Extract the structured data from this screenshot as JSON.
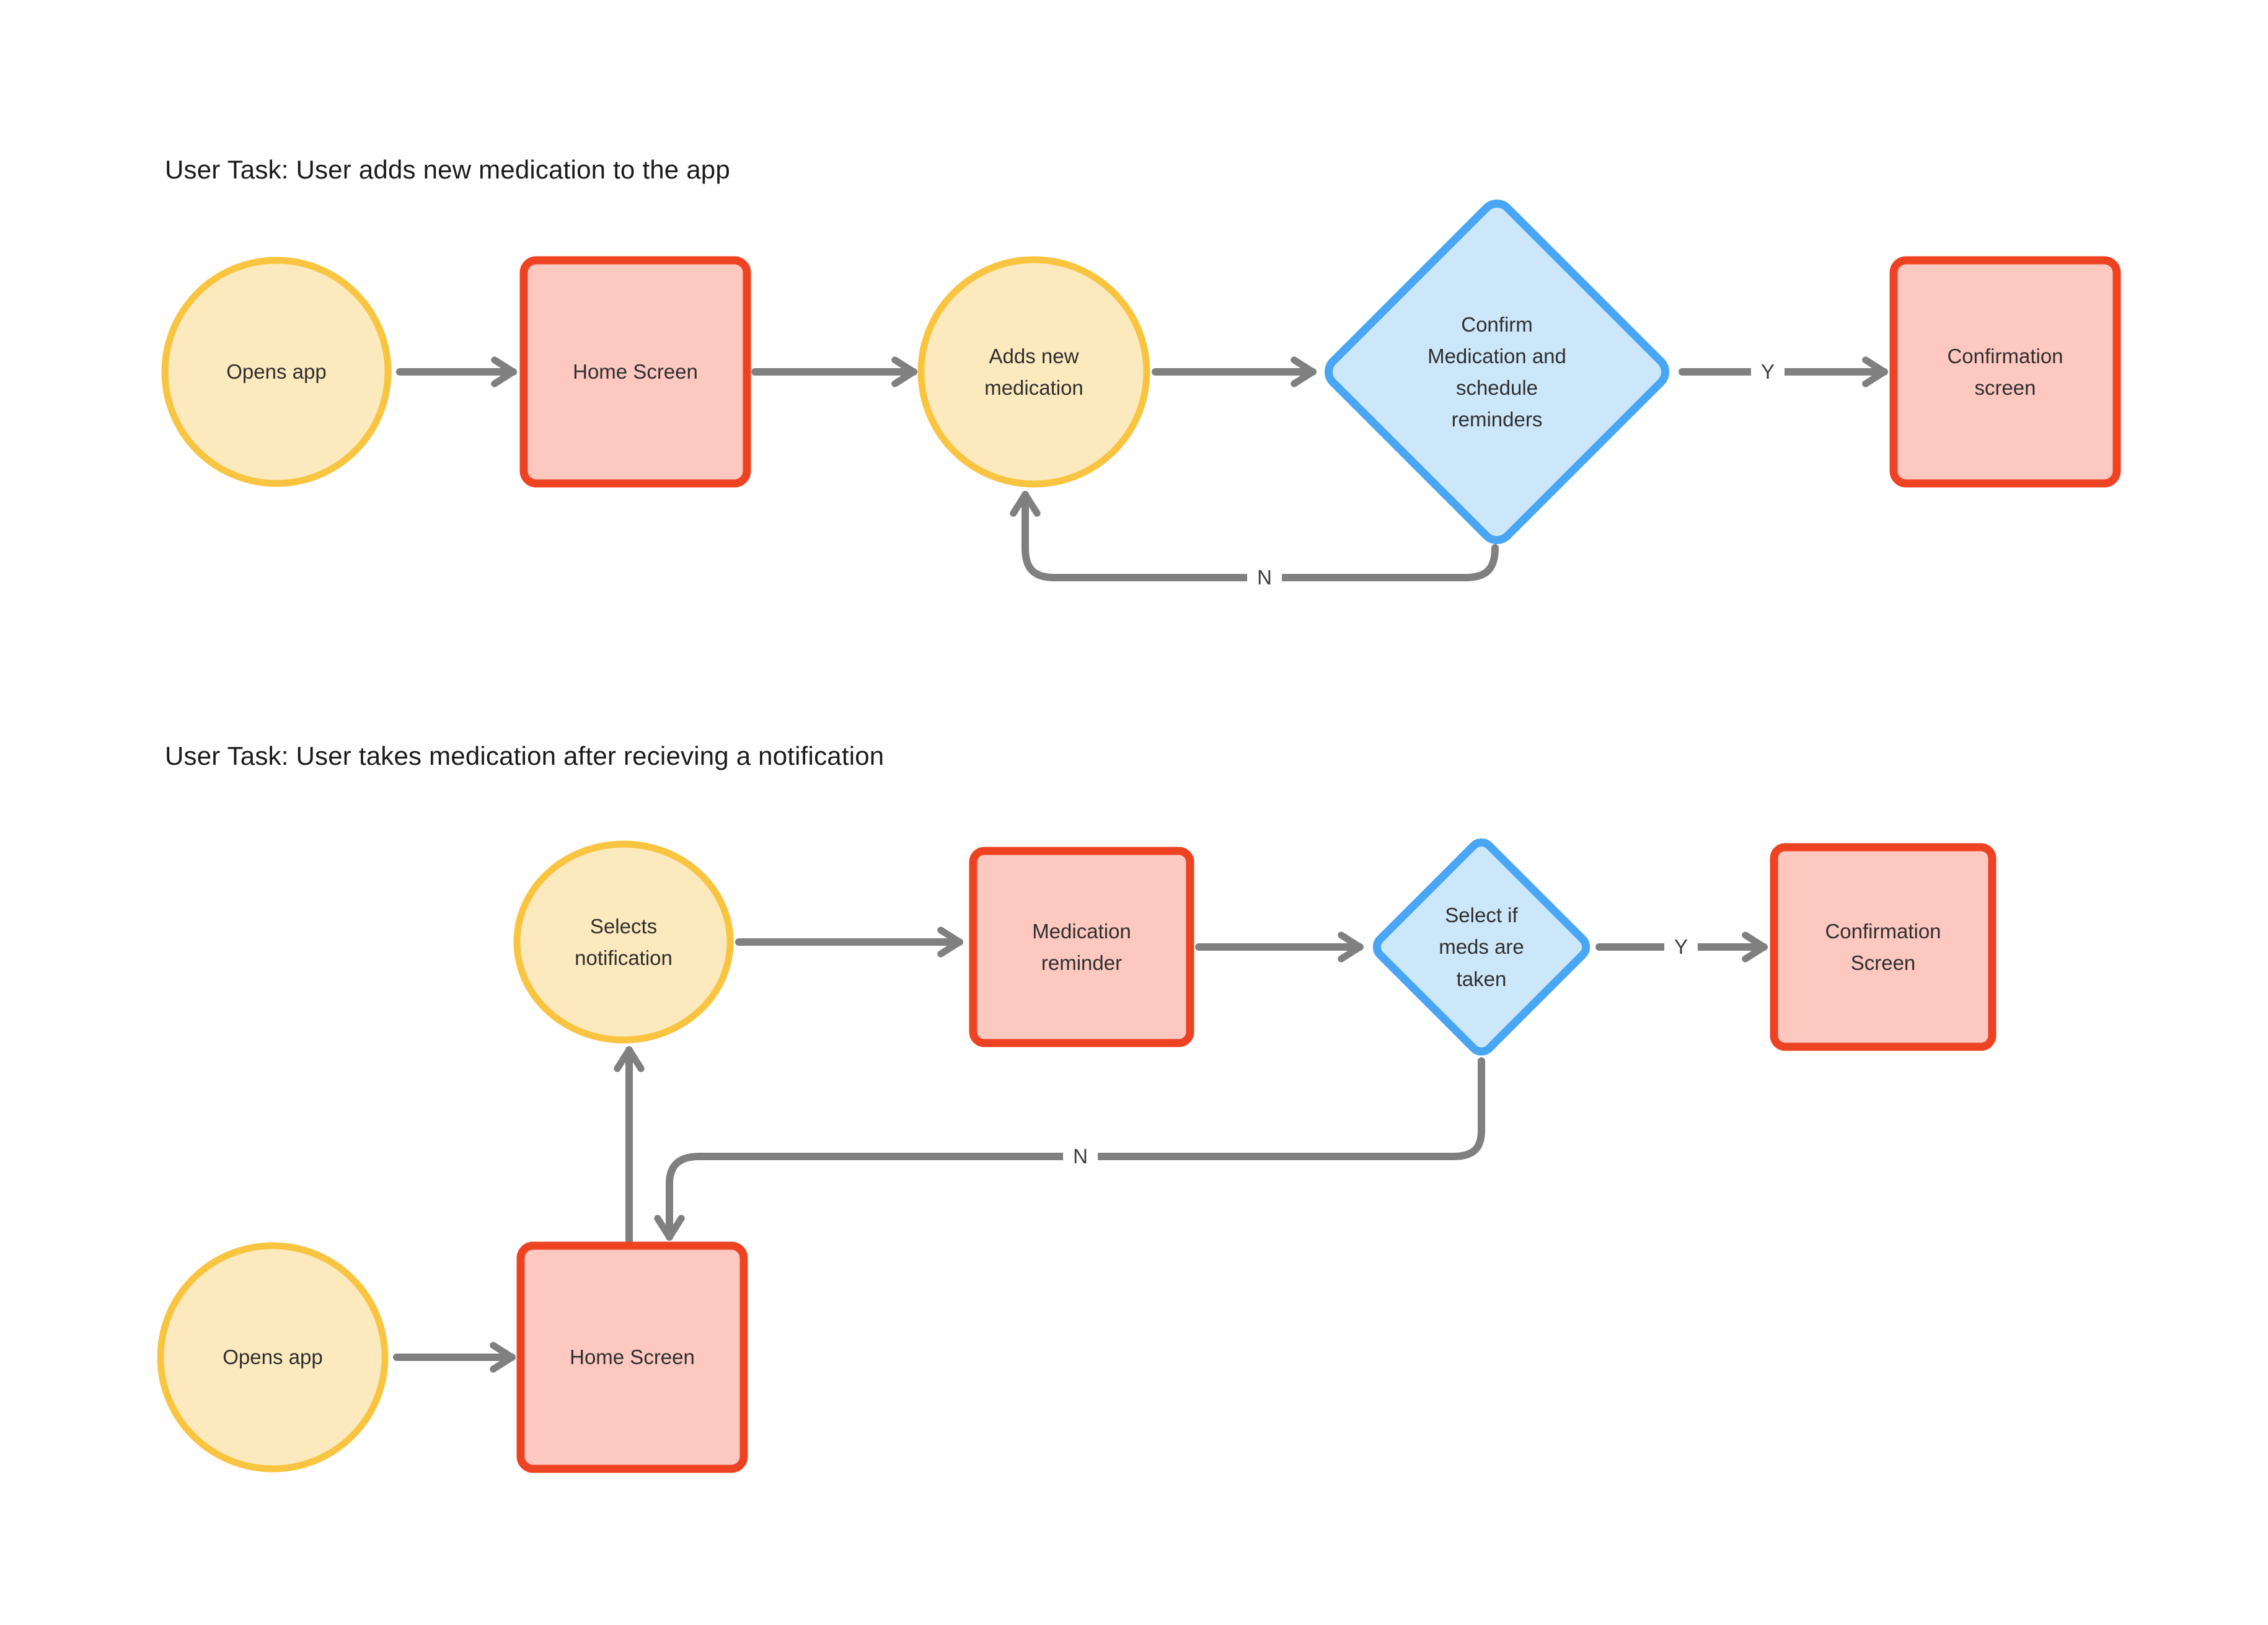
{
  "colors": {
    "start_node_fill": "#FCE9BD",
    "start_node_border": "#F9C440",
    "screen_node_fill": "#FDC8C0",
    "screen_node_border": "#EE4323",
    "decision_node_fill": "#CCE6FA",
    "decision_node_border": "#49A6F4",
    "connector": "#808080",
    "node_text": "#2F2F2F",
    "title_text": "#1B1B1B"
  },
  "flow1": {
    "title": "User Task: User adds new medication to the app",
    "nodes": {
      "opens_app": "Opens app",
      "home_screen": "Home Screen",
      "adds_new_medication": "Adds new medication",
      "confirm_decision": "Confirm Medication and schedule reminders",
      "confirmation_screen": "Confirmation screen"
    },
    "labels": {
      "yes": "Y",
      "no": "N"
    }
  },
  "flow2": {
    "title": "User Task: User takes medication after recieving a notification",
    "nodes": {
      "selects_notification": "Selects notification",
      "medication_reminder": "Medication reminder",
      "select_if_meds_taken": "Select if meds are taken",
      "confirmation_screen": "Confirmation Screen",
      "opens_app": "Opens app",
      "home_screen": "Home Screen"
    },
    "labels": {
      "yes": "Y",
      "no": "N"
    }
  }
}
